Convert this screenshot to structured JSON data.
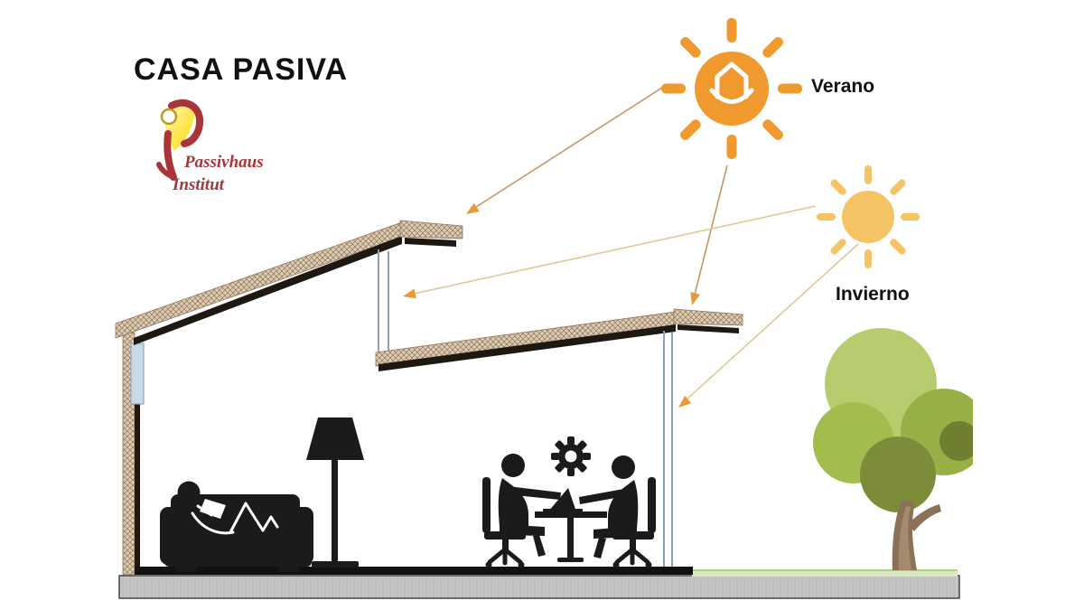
{
  "title": "CASA PASIVA",
  "logo": {
    "name": "Passivhaus Institut logo",
    "line1": "Passivhaus",
    "line2": "Institut"
  },
  "suns": {
    "summer": {
      "label": "Verano"
    },
    "winter": {
      "label": "Invierno"
    }
  },
  "icons": {
    "summer_sun": "sun-with-smiling-house-icon",
    "winter_sun": "sun-icon",
    "sun_arrows": "orange-arrow-rays",
    "gear": "gear-icon",
    "laptop": "laptop-icon",
    "desk_people": "two-people-at-desk-pictogram",
    "couch_person": "person-reading-on-couch-pictogram",
    "floor_lamp": "floor-lamp-pictogram",
    "tree": "tree-illustration",
    "logo_mark": "passivhaus-yellow-red-swoosh-mark"
  },
  "colors": {
    "text": "#111111",
    "summer_sun": "#F0992E",
    "winter_sun": "#F5C464",
    "arrowhead": "#E89A3A",
    "ray_summer_line": "#C79563",
    "ray_winter_line": "#DFC993",
    "roof_fill": "#DCCBB4",
    "roof_hatch_line": "#8F7457",
    "structure": "#1E1812",
    "silhouette": "#1B1B1B",
    "window_glass": "#C9D9E8",
    "window_frame": "#93A5B8",
    "clerestory_line": "#8FA0B5",
    "ground_fill": "#C9C9C9",
    "ground_stripe": "#B2B2B2",
    "ground_border": "#4F4F4F",
    "grass": "#D9E9C0",
    "grass_edge": "#AECF8C",
    "tree_light": "#B7CC6E",
    "tree_mid": "#A2BD4D",
    "tree_mid2": "#97B046",
    "tree_dark": "#7C8C39",
    "tree_darkest": "#6F7F2F",
    "trunk": "#8A7158",
    "trunk_light": "#A68A6E",
    "logo_red": "#A93439",
    "logo_yellow": "#FFDC00",
    "logo_yellow_light": "#FFF3B3"
  }
}
